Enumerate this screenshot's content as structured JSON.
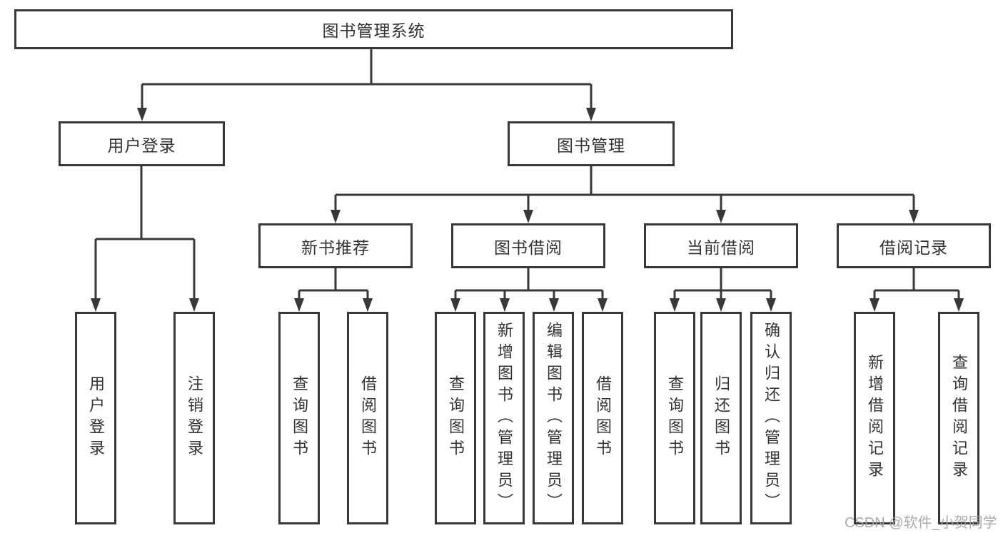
{
  "diagram": {
    "title": "图书管理系统",
    "tree": {
      "label": "图书管理系统",
      "children": [
        {
          "label": "用户登录",
          "children": [
            {
              "label": "用户登录"
            },
            {
              "label": "注销登录"
            }
          ]
        },
        {
          "label": "图书管理",
          "children": [
            {
              "label": "新书推荐",
              "children": [
                {
                  "label": "查询图书"
                },
                {
                  "label": "借阅图书"
                }
              ]
            },
            {
              "label": "图书借阅",
              "children": [
                {
                  "label": "查询图书"
                },
                {
                  "label": "新增图书（管理员）"
                },
                {
                  "label": "编辑图书（管理员）"
                },
                {
                  "label": "借阅图书"
                }
              ]
            },
            {
              "label": "当前借阅",
              "children": [
                {
                  "label": "查询图书"
                },
                {
                  "label": "归还图书"
                },
                {
                  "label": "确认归还（管理员）"
                }
              ]
            },
            {
              "label": "借阅记录",
              "children": [
                {
                  "label": "新增借阅记录"
                },
                {
                  "label": "查询借阅记录"
                }
              ]
            }
          ]
        }
      ]
    }
  },
  "watermark": "CSDN @软件_小贺同学",
  "colors": {
    "line": "#383838",
    "text": "#333333",
    "watermark": "#a3a3a3",
    "background": "#ffffff"
  }
}
